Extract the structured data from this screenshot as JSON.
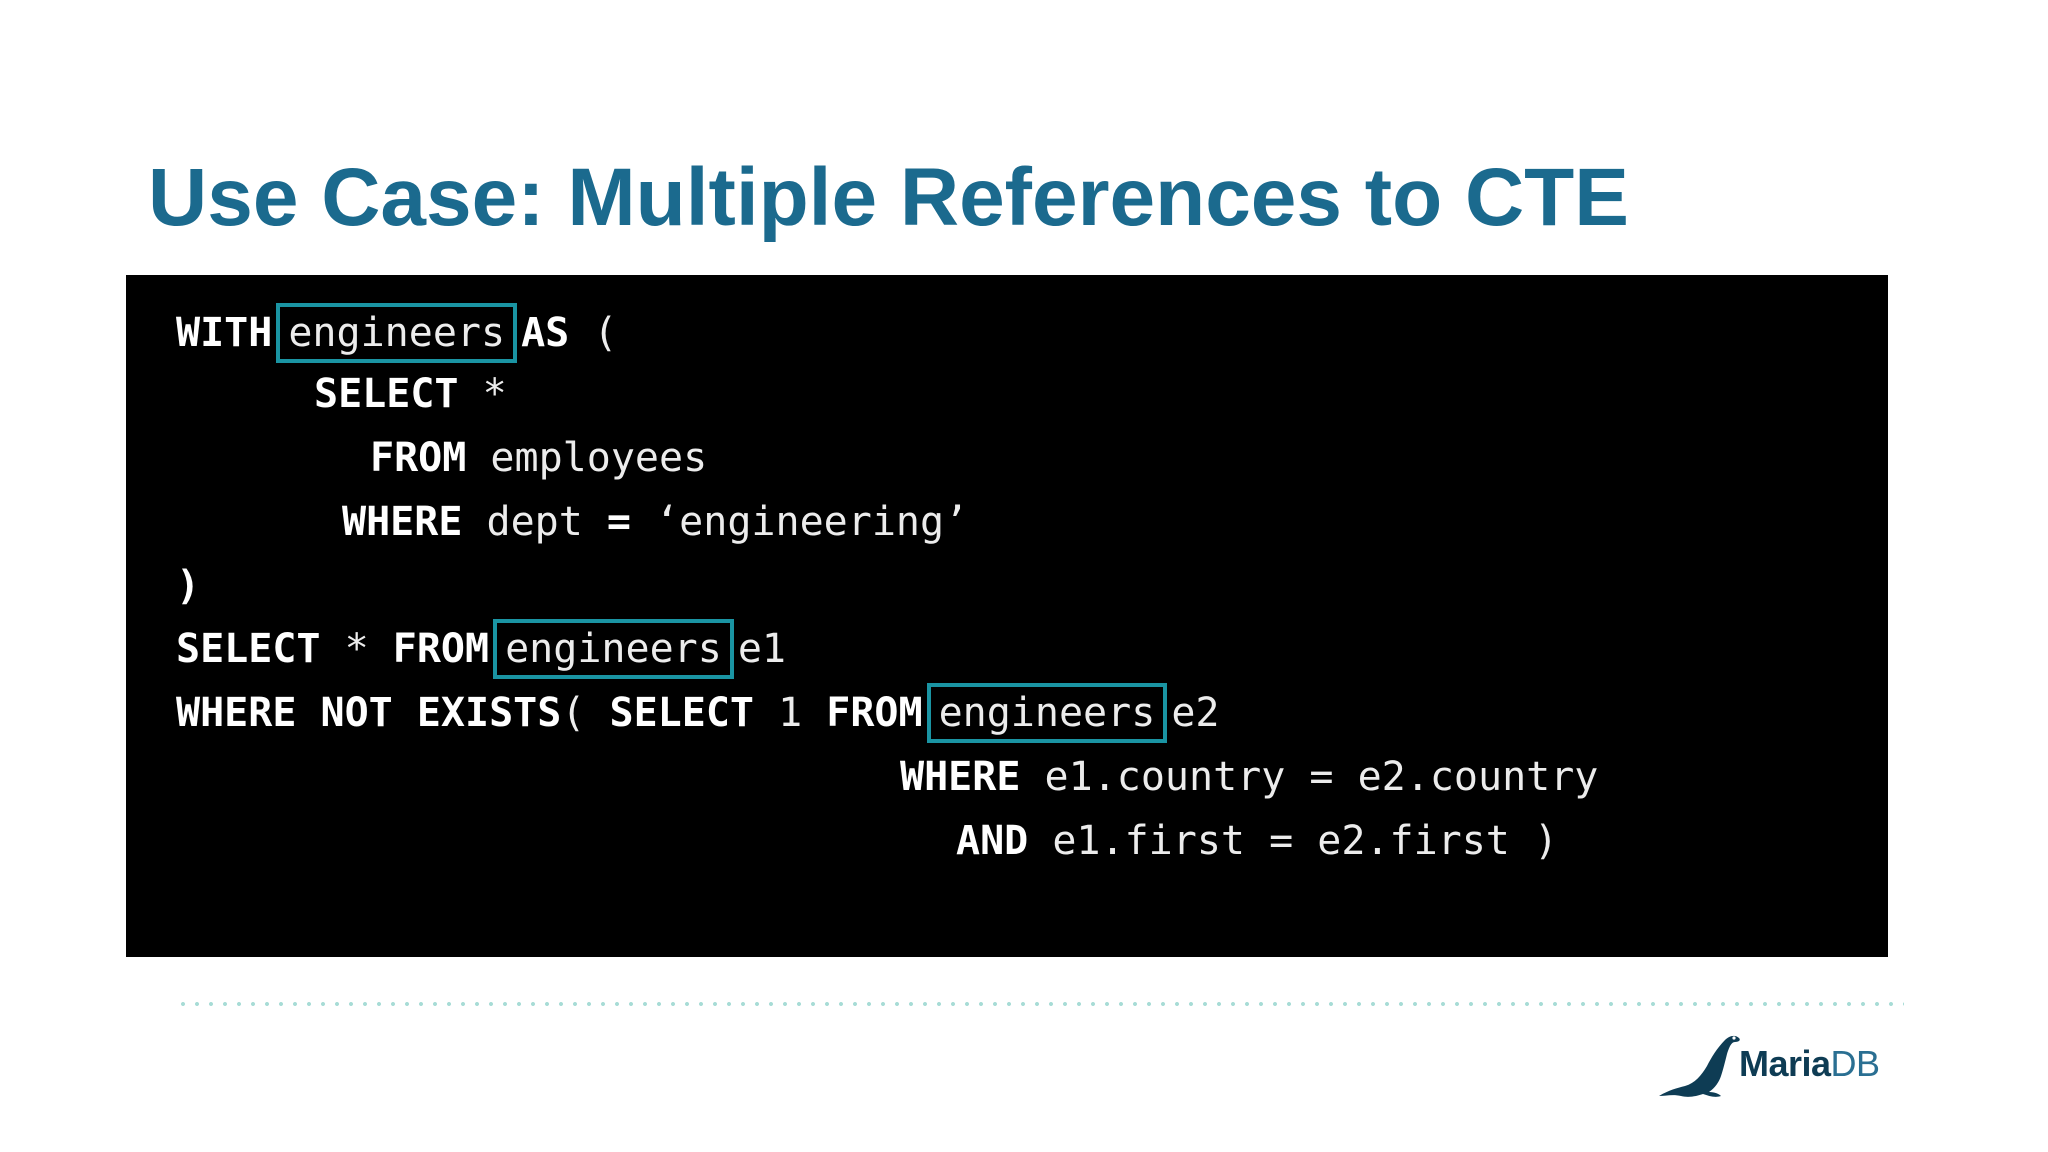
{
  "slide": {
    "title": "Use Case: Multiple References to CTE"
  },
  "code": {
    "l1": {
      "kw1": "WITH",
      "hl": "engineers",
      "kw2": "AS",
      "rest": " ("
    },
    "l2": {
      "kw1": "SELECT",
      "rest": " *"
    },
    "l3": {
      "kw1": "FROM",
      "rest": " employees"
    },
    "l4": {
      "kw1": "WHERE",
      "rest": " dept ",
      "kw2": "=",
      "rest2": " ‘engineering’"
    },
    "l5": {
      "rest": ")"
    },
    "l6": {
      "kw1": "SELECT",
      "rest": " * ",
      "kw2": "FROM",
      "hl": "engineers",
      "rest2": "e1"
    },
    "l7": {
      "kw1": "WHERE NOT EXISTS",
      "rest": "( ",
      "kw2": "SELECT",
      "rest2": " 1 ",
      "kw3": "FROM",
      "hl": "engineers",
      "rest3": "e2"
    },
    "l8": {
      "kw1": "WHERE",
      "rest": " e1.country = e2.country"
    },
    "l9": {
      "kw1": "AND",
      "rest": " e1.first = e2.first )"
    }
  },
  "logo": {
    "brand_main": "Maria",
    "brand_suffix": "DB"
  },
  "colors": {
    "title": "#1B6A8E",
    "code_background": "#000000",
    "highlight_border": "#1A94A3",
    "dots": "#a7dcd6",
    "logo": "#0E3C54"
  }
}
